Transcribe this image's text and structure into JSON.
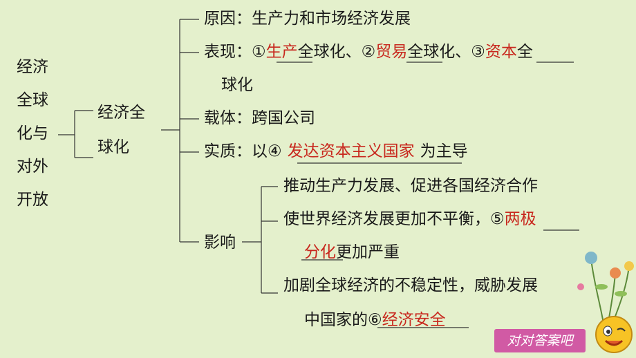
{
  "root": {
    "line1": "经济",
    "line2": "全球",
    "line3": "化与",
    "line4": "对外",
    "line5": "开放"
  },
  "branch": {
    "line1": "经济全",
    "line2": "球化"
  },
  "reason": "原因：生产力和市场经济发展",
  "performance": {
    "prefix": "表现：①",
    "blank1": "生产",
    "mid1": "全球化、②",
    "blank2": "贸易",
    "mid2": "全球化、③",
    "blank3": "资本",
    "suffix": "全",
    "line2": "球化"
  },
  "carrier": "载体：跨国公司",
  "essence": {
    "prefix": "实质：以④",
    "blank": "发达资本主义国家",
    "suffix": "为主导"
  },
  "influence": {
    "label": "影响",
    "item1": "推动生产力发展、促进各国经济合作",
    "item2_prefix": "使世界经济发展更加不平衡，⑤",
    "item2_blank_a": "两极",
    "item2_blank_b": "分化",
    "item2_suffix": "更加严重",
    "item3_line1": "加剧全球经济的不稳定性，威胁发展",
    "item3_prefix": "中国家的⑥",
    "item3_blank": "经济安全"
  },
  "answer_button": "对对答案吧",
  "colors": {
    "background": "#e4f0cc",
    "answer": "#c8281e",
    "banner": "#d15aa4"
  },
  "icons": [
    "flower-decoration-icon",
    "smiley-face-icon"
  ]
}
